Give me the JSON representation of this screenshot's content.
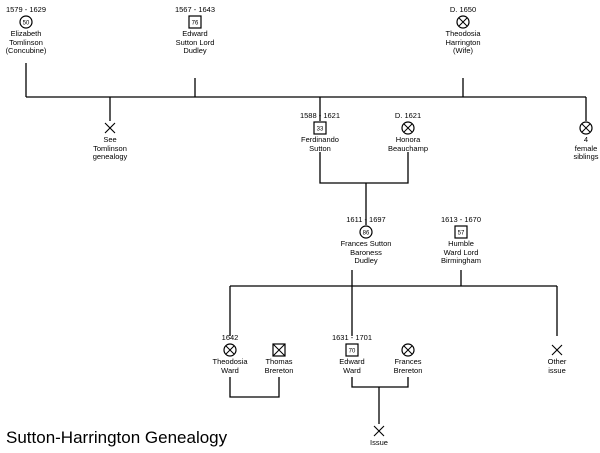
{
  "title": "Sutton-Harrington Genealogy",
  "people": [
    {
      "id": "p1",
      "dates": "1579 - 1629",
      "symbol": "female",
      "age": "50",
      "name": "Elizabeth\nTomlinson\n(Concubine)"
    },
    {
      "id": "p2",
      "dates": "1567 - 1643",
      "symbol": "male",
      "age": "76",
      "name": "Edward\nSutton Lord\nDudley"
    },
    {
      "id": "p3",
      "dates": "D. 1650",
      "symbol": "female-deceased",
      "age": "",
      "name": "Theodosia\nHarrington\n(Wife)"
    },
    {
      "id": "p4",
      "dates": "",
      "symbol": "unknown",
      "age": "",
      "name": "See\nTomlinson\ngenealogy"
    },
    {
      "id": "p5",
      "dates": "1588 - 1621",
      "symbol": "male",
      "age": "33",
      "name": "Ferdinando\nSutton"
    },
    {
      "id": "p6",
      "dates": "D. 1621",
      "symbol": "female-deceased",
      "age": "",
      "name": "Honora\nBeauchamp"
    },
    {
      "id": "p7",
      "dates": "",
      "symbol": "female-deceased",
      "age": "",
      "name": "4\nfemale\nsiblings"
    },
    {
      "id": "p8",
      "dates": "1611 - 1697",
      "symbol": "female",
      "age": "86",
      "name": "Frances Sutton\nBaroness\nDudley"
    },
    {
      "id": "p9",
      "dates": "1613 - 1670",
      "symbol": "male",
      "age": "57",
      "name": "Humble\nWard Lord\nBirmingham"
    },
    {
      "id": "p10",
      "dates": "1642",
      "symbol": "female-deceased",
      "age": "",
      "name": "Theodosia\nWard"
    },
    {
      "id": "p11",
      "dates": "",
      "symbol": "male-deceased",
      "age": "",
      "name": "Thomas\nBrereton"
    },
    {
      "id": "p12",
      "dates": "1631 - 1701",
      "symbol": "male",
      "age": "70",
      "name": "Edward\nWard"
    },
    {
      "id": "p13",
      "dates": "",
      "symbol": "female-deceased",
      "age": "",
      "name": "Frances\nBrereton"
    },
    {
      "id": "p14",
      "dates": "",
      "symbol": "unknown",
      "age": "",
      "name": "Other\nissue"
    },
    {
      "id": "p15",
      "dates": "",
      "symbol": "unknown",
      "age": "",
      "name": "Issue"
    }
  ]
}
